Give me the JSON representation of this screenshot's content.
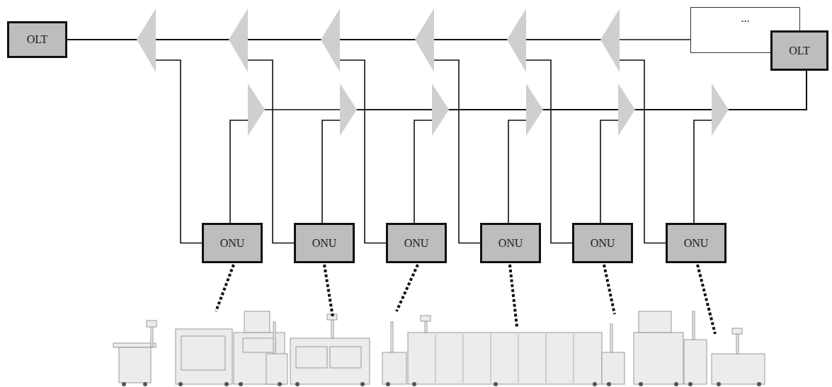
{
  "diagram": {
    "nodes": [
      {
        "text": [
          "OLT"
        ]
      },
      {
        "text": [
          "..."
        ]
      },
      {
        "text": [
          "OLT"
        ]
      },
      {
        "text": [
          "ONU"
        ]
      },
      {
        "text": [
          "ONU"
        ]
      },
      {
        "text": [
          "ONU"
        ]
      },
      {
        "text": [
          "ONU"
        ]
      },
      {
        "text": [
          "ONU"
        ]
      },
      {
        "text": [
          "ONU"
        ]
      }
    ],
    "edges": [
      {
        "from": 0,
        "to": 1,
        "arrow": "none"
      },
      {
        "from": 0,
        "to": 3,
        "arrow": "none"
      },
      {
        "from": 0,
        "to": 4,
        "arrow": "none"
      },
      {
        "from": 0,
        "to": 5,
        "arrow": "none"
      },
      {
        "from": 0,
        "to": 6,
        "arrow": "none"
      },
      {
        "from": 0,
        "to": 7,
        "arrow": "none"
      },
      {
        "from": 0,
        "to": 8,
        "arrow": "none"
      },
      {
        "from": 2,
        "to": 3,
        "arrow": "none"
      },
      {
        "from": 2,
        "to": 4,
        "arrow": "none"
      },
      {
        "from": 2,
        "to": 5,
        "arrow": "none"
      },
      {
        "from": 2,
        "to": 6,
        "arrow": "none"
      },
      {
        "from": 2,
        "to": 7,
        "arrow": "none"
      },
      {
        "from": 2,
        "to": 8,
        "arrow": "none"
      }
    ]
  }
}
